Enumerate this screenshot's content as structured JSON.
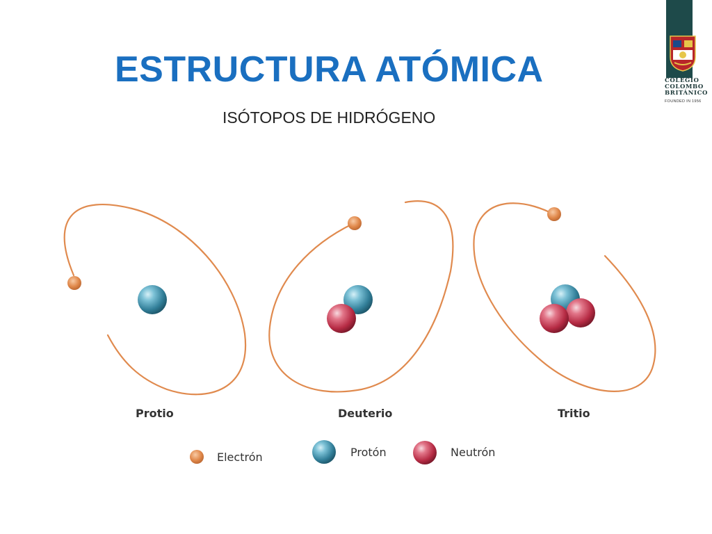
{
  "slide": {
    "title": "ESTRUCTURA ATÓMICA",
    "subtitle": "ISÓTOPOS DE HIDRÓGENO"
  },
  "logo": {
    "name_lines": [
      "COLEGIO",
      "COLOMBO",
      "BRITÁNICO"
    ],
    "founded": "FOUNDED IN 1956"
  },
  "isotopes": [
    {
      "name": "Protio",
      "protons": 1,
      "neutrons": 0,
      "electrons": 1
    },
    {
      "name": "Deuterio",
      "protons": 1,
      "neutrons": 1,
      "electrons": 1
    },
    {
      "name": "Tritio",
      "protons": 1,
      "neutrons": 2,
      "electrons": 1
    }
  ],
  "legend": {
    "electron": "Electrón",
    "proton": "Protón",
    "neutron": "Neutrón"
  },
  "colors": {
    "title": "#1a6fc0",
    "orbit": "#e08a4e",
    "electron": "#e0884a",
    "proton": "#3a8ca6",
    "neutron": "#c2384e",
    "logo_dark": "#1e4a4a",
    "logo_red": "#b8262a"
  }
}
